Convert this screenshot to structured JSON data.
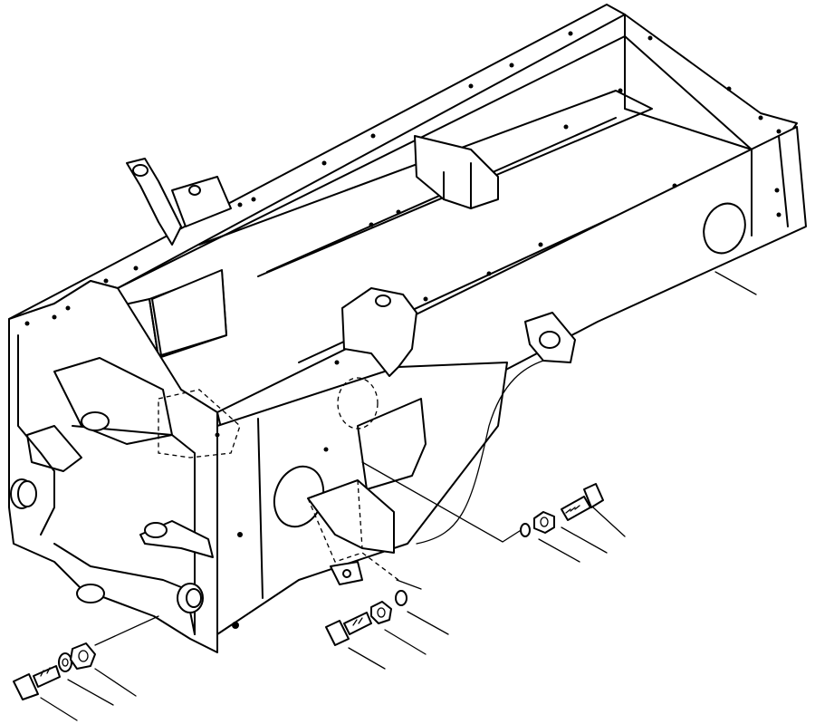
{
  "diagram": {
    "kind": "exploded-parts-drawing",
    "colors": {
      "line": "#000000",
      "background": "#ffffff"
    },
    "parts": [
      {
        "id": "main-frame",
        "shape": "frame-icon"
      },
      {
        "id": "exhaust-flange",
        "shape": "flange-icon"
      },
      {
        "id": "bracket-mount",
        "shape": "bracket-icon"
      },
      {
        "id": "right-bolt",
        "shape": "bolt-icon"
      },
      {
        "id": "right-nut",
        "shape": "nut-icon"
      },
      {
        "id": "right-washer",
        "shape": "washer-icon"
      },
      {
        "id": "center-bolt",
        "shape": "bolt-icon"
      },
      {
        "id": "center-nut",
        "shape": "nut-icon"
      },
      {
        "id": "center-washer",
        "shape": "washer-icon"
      },
      {
        "id": "front-bolt",
        "shape": "bolt-icon"
      },
      {
        "id": "front-washer",
        "shape": "washer-icon"
      },
      {
        "id": "front-bushing",
        "shape": "bushing-icon"
      }
    ]
  }
}
